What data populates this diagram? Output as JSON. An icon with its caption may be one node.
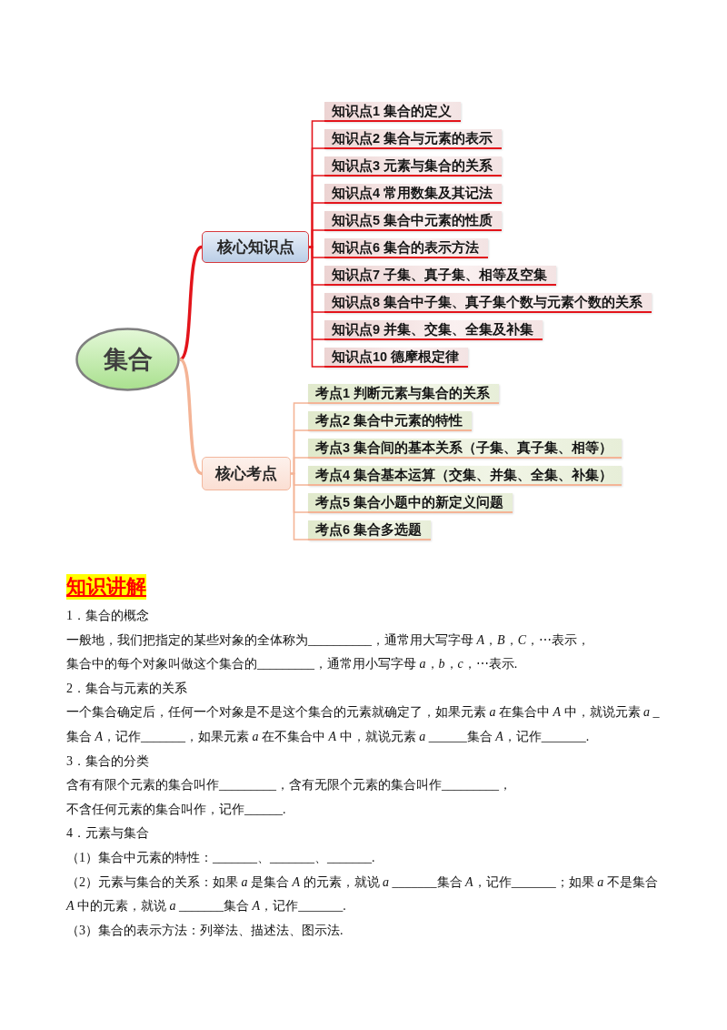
{
  "diagram": {
    "nodes": [
      {
        "text": [
          "集合"
        ]
      },
      {
        "text": [
          "核心知识点"
        ]
      },
      {
        "text": [
          "知识点1 集合的定义"
        ]
      },
      {
        "text": [
          "知识点2 集合与元素的表示"
        ]
      },
      {
        "text": [
          "知识点3 元素与集合的关系"
        ]
      },
      {
        "text": [
          "知识点4 常用数集及其记法"
        ]
      },
      {
        "text": [
          "知识点5 集合中元素的性质"
        ]
      },
      {
        "text": [
          "知识点6 集合的表示方法"
        ]
      },
      {
        "text": [
          "知识点7 子集、真子集、相等及空集"
        ]
      },
      {
        "text": [
          "知识点8 集合中子集、真子集个数与元素个数的关系"
        ]
      },
      {
        "text": [
          "知识点9 并集、交集、全集及补集"
        ]
      },
      {
        "text": [
          "知识点10 德摩根定律"
        ]
      },
      {
        "text": [
          "核心考点"
        ]
      },
      {
        "text": [
          "考点1 判断元素与集合的关系"
        ]
      },
      {
        "text": [
          "考点2 集合中元素的特性"
        ]
      },
      {
        "text": [
          "考点3 集合间的基本关系（子集、真子集、相等）"
        ]
      },
      {
        "text": [
          "考点4 集合基本运算（交集、并集、全集、补集）"
        ]
      },
      {
        "text": [
          "考点5 集合小题中的新定义问题"
        ]
      },
      {
        "text": [
          "考点6 集合多选题"
        ]
      }
    ],
    "edges": [
      {
        "from": 0,
        "to": 1,
        "arrow": "none",
        "style": "thick"
      },
      {
        "from": 1,
        "to": 2,
        "arrow": "none"
      },
      {
        "from": 1,
        "to": 3,
        "arrow": "none"
      },
      {
        "from": 1,
        "to": 4,
        "arrow": "none"
      },
      {
        "from": 1,
        "to": 5,
        "arrow": "none"
      },
      {
        "from": 1,
        "to": 6,
        "arrow": "none"
      },
      {
        "from": 1,
        "to": 7,
        "arrow": "none"
      },
      {
        "from": 1,
        "to": 8,
        "arrow": "none"
      },
      {
        "from": 1,
        "to": 9,
        "arrow": "none"
      },
      {
        "from": 1,
        "to": 10,
        "arrow": "none"
      },
      {
        "from": 1,
        "to": 11,
        "arrow": "none"
      },
      {
        "from": 0,
        "to": 12,
        "arrow": "none",
        "style": "thick",
        "color": "#f4b496"
      },
      {
        "from": 12,
        "to": 13,
        "arrow": "none",
        "color": "#f4b496"
      },
      {
        "from": 12,
        "to": 14,
        "arrow": "none",
        "color": "#f4b496"
      },
      {
        "from": 12,
        "to": 15,
        "arrow": "none",
        "color": "#f4b496"
      },
      {
        "from": 12,
        "to": 16,
        "arrow": "none",
        "color": "#f4b496"
      },
      {
        "from": 12,
        "to": 17,
        "arrow": "none",
        "color": "#f4b496"
      },
      {
        "from": 12,
        "to": 18,
        "arrow": "none",
        "color": "#f4b496"
      }
    ],
    "labels": [
      "知识讲解",
      "1．集合的概念",
      "一般地，我们把指定的某些对象的全体称为__________，通常用大写字母 *A*，*B*，*C*，⋯表示，集合中的每个对象叫做这个集合的_________，通常用小写字母 *a*，*b*，*c*，⋯表示.",
      "2．集合与元素的关系",
      "一个集合确定后，任何一个对象是不是这个集合的元素就确定了，如果元素 *a* 在集合中 *A* 中，就说元素 *a* _集合 *A*，记作_______，如果元素 *a* 在不集合中 *A* 中，就说元素 *a* ______集合 *A*，记作_______.",
      "3．集合的分类",
      "含有有限个元素的集合叫作_________，含有无限个元素的集合叫作_________，不含任何元素的集合叫作，记作______.",
      "4．元素与集合",
      "（1）集合中元素的特性：_______、_______、_______.",
      "（2）元素与集合的关系：如果 *a* 是集合 *A* 的元素，就说 *a* _______集合 *A*，记作_______；如果 *a* 不是集合 *A* 中的元素，就说 *a* _______集合 *A*，记作_______.",
      "（3）集合的表示方法：列举法、描述法、图示法."
    ]
  }
}
